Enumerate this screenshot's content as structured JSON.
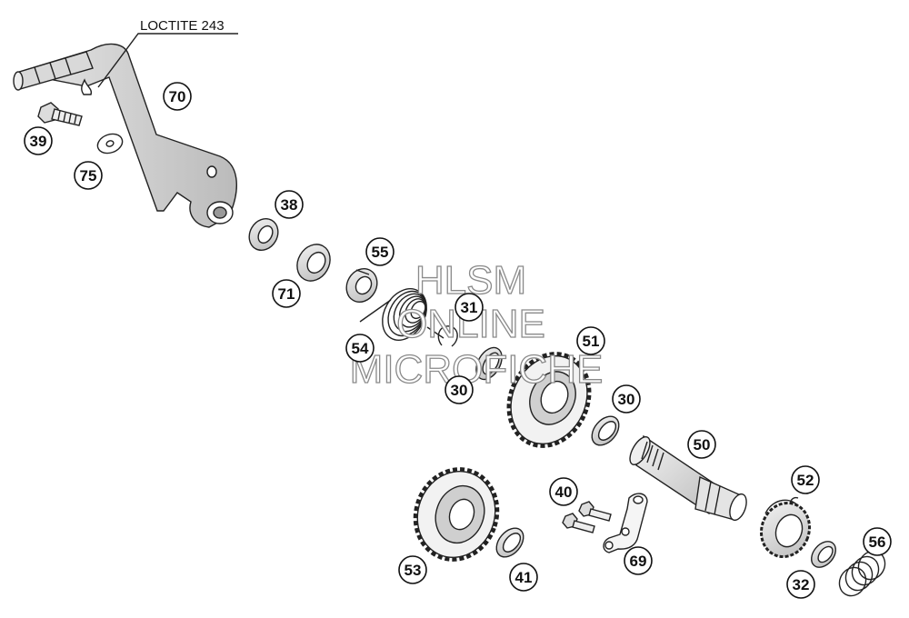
{
  "diagram": {
    "note": "LOCTITE 243",
    "watermark": [
      "HLSM",
      "ONLINE",
      "MICROFICHE"
    ],
    "callouts": [
      "70",
      "39",
      "75",
      "38",
      "71",
      "55",
      "31",
      "54",
      "30",
      "51",
      "30",
      "50",
      "40",
      "52",
      "53",
      "41",
      "69",
      "56",
      "32"
    ]
  },
  "colors": {
    "line": "#222222",
    "part_fill": "#ffffff",
    "shade": "#cfcfcf",
    "watermark_stroke": "#8a8a8a"
  }
}
